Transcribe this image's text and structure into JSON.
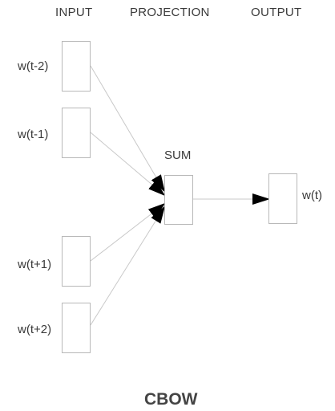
{
  "headers": {
    "input": "INPUT",
    "projection": "PROJECTION",
    "output": "OUTPUT"
  },
  "inputs": [
    "w(t-2)",
    "w(t-1)",
    "w(t+1)",
    "w(t+2)"
  ],
  "projection_label": "SUM",
  "output_label": "w(t)",
  "title": "CBOW",
  "colors": {
    "line": "#c8c8c8",
    "box_border": "#b8b8b8",
    "arrow": "#000000",
    "text": "#3a3a3a"
  }
}
